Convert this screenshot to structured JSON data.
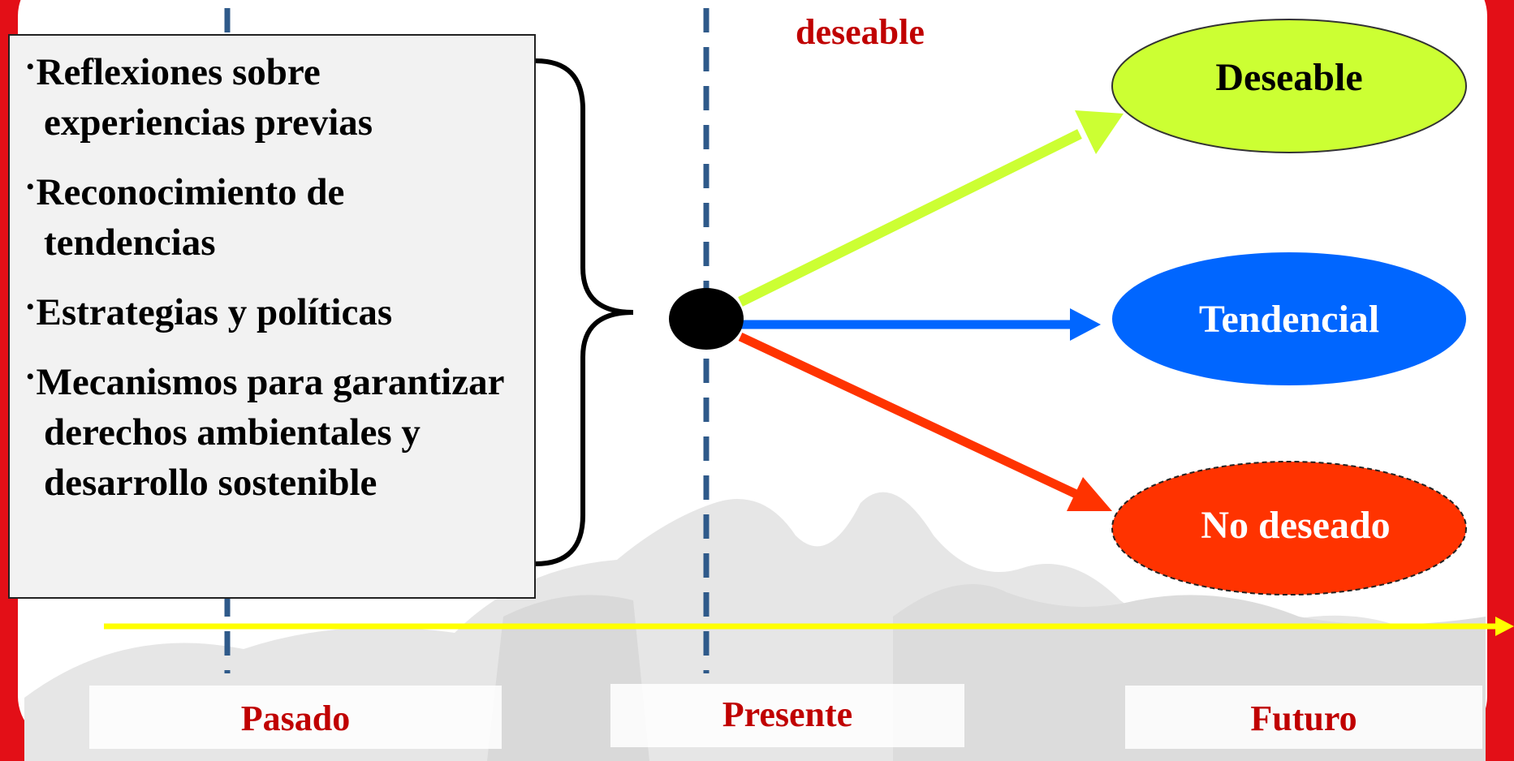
{
  "past_items": [
    "Reflexiones sobre experiencias previas",
    "Reconocimiento de tendencias",
    "Estrategias y políticas",
    "Mecanismos para garantizar derechos ambientales y desarrollo sostenible"
  ],
  "bullet": "•",
  "top_label": "deseable",
  "scenarios": {
    "desirable": "Deseable",
    "trend": "Tendencial",
    "undesired": "No deseado"
  },
  "timeline": {
    "past": "Pasado",
    "present": "Presente",
    "future": "Futuro"
  },
  "colors": {
    "frame": "#e30f17",
    "desirable": "#ccff33",
    "trend": "#0066ff",
    "undesired": "#ff3300",
    "timeline": "#ffff00",
    "dashed": "#2f5a8a",
    "label_red": "#c00000"
  }
}
